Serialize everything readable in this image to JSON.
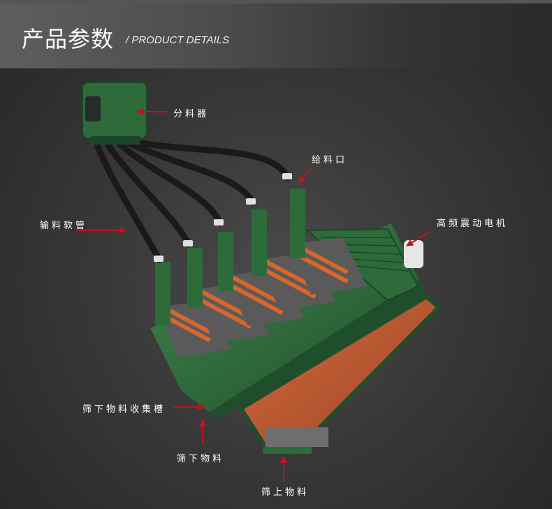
{
  "header": {
    "title": "产品参数",
    "subtitle": "/ PRODUCT DETAILS"
  },
  "callouts": {
    "distributor": "分料器",
    "feed_port": "给料口",
    "hose": "输料软管",
    "motor": "高频震动电机",
    "undersize_trough": "筛下物料收集槽",
    "undersize": "筛下物料",
    "oversize": "筛上物料"
  },
  "colors": {
    "arrow": "#c0141c",
    "machine_green": "#2e6b3a",
    "screen_orange": "#d9672b",
    "trough_rust": "#b65a36"
  }
}
